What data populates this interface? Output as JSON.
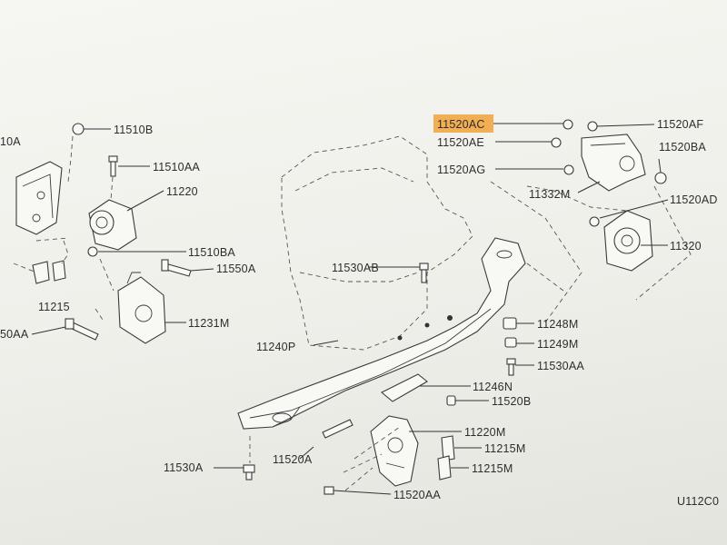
{
  "diagram": {
    "corner_code": "U112C0",
    "highlight_color": "#f2a23a",
    "labels": {
      "p11510A_cut": "10A",
      "p11510B": "11510B",
      "p11510AA": "11510AA",
      "p11220": "11220",
      "p11510BA": "11510BA",
      "p11550A": "11550A",
      "p11215": "11215",
      "p11231M": "11231M",
      "p11550AA_cut": "50AA",
      "p11530AB": "11530AB",
      "p11240P": "11240P",
      "p11520AC": "11520AC",
      "p11520AE": "11520AE",
      "p11520AG": "11520AG",
      "p11332M": "11332M",
      "p11520AF": "11520AF",
      "p11520BA": "11520BA",
      "p11520AD": "11520AD",
      "p11320": "11320",
      "p11248M": "11248M",
      "p11249M": "11249M",
      "p11530AA": "11530AA",
      "p11246N": "11246N",
      "p11520B": "11520B",
      "p11220M": "11220M",
      "p11215M_a": "11215M",
      "p11215M_b": "11215M",
      "p11520A": "11520A",
      "p11530A": "11530A",
      "p11520AA": "11520AA"
    }
  }
}
